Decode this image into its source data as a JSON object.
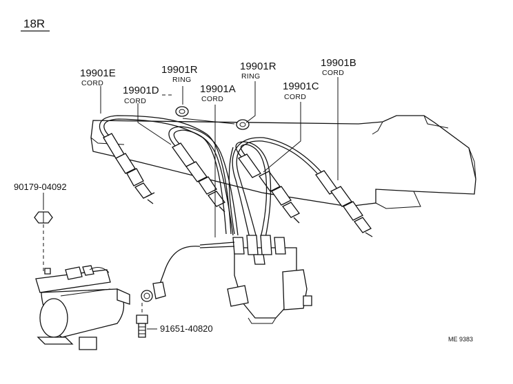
{
  "diagram": {
    "engine_code": "18R",
    "drawing_code": "ME 9383",
    "labels": {
      "cord_e": {
        "part": "19901E",
        "name": "CORD"
      },
      "ring_1": {
        "part": "19901R",
        "name": "RING"
      },
      "ring_2": {
        "part": "19901R",
        "name": "RING"
      },
      "cord_b": {
        "part": "19901B",
        "name": "CORD"
      },
      "cord_d": {
        "part": "19901D",
        "name": "CORD"
      },
      "cord_a": {
        "part": "19901A",
        "name": "CORD"
      },
      "cord_c": {
        "part": "19901C",
        "name": "CORD"
      },
      "nut": {
        "part": "90179-04092"
      },
      "bolt": {
        "part": "91651-40820"
      }
    }
  }
}
